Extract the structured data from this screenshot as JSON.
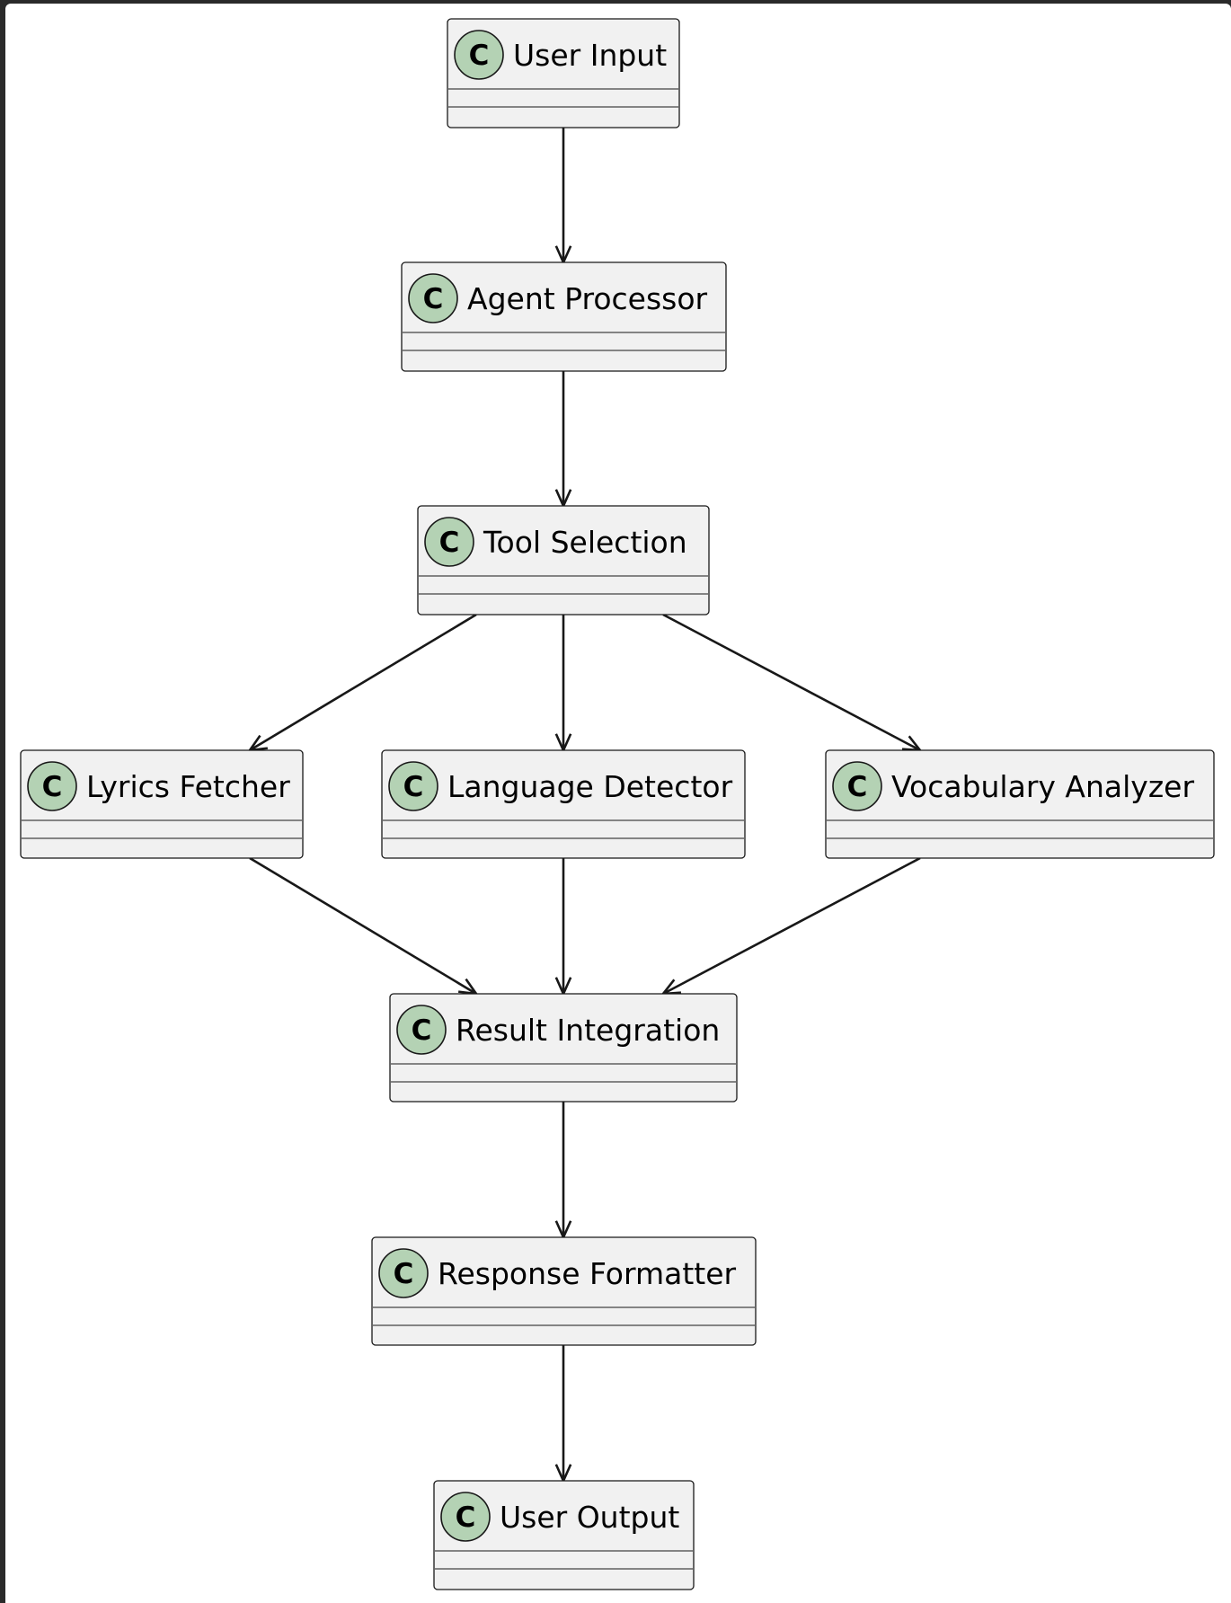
{
  "diagram": {
    "type": "class-diagram-flow",
    "colors": {
      "box_fill": "#f1f1f1",
      "box_stroke": "#181818",
      "badge_fill": "#b4d2b4",
      "edge_stroke": "#181818"
    },
    "nodes": [
      {
        "id": "user_input",
        "badge": "C",
        "label": "User Input"
      },
      {
        "id": "agent_processor",
        "badge": "C",
        "label": "Agent Processor"
      },
      {
        "id": "tool_selection",
        "badge": "C",
        "label": "Tool Selection"
      },
      {
        "id": "lyrics_fetcher",
        "badge": "C",
        "label": "Lyrics Fetcher"
      },
      {
        "id": "language_detector",
        "badge": "C",
        "label": "Language Detector"
      },
      {
        "id": "vocabulary_analyzer",
        "badge": "C",
        "label": "Vocabulary Analyzer"
      },
      {
        "id": "result_integration",
        "badge": "C",
        "label": "Result Integration"
      },
      {
        "id": "response_formatter",
        "badge": "C",
        "label": "Response Formatter"
      },
      {
        "id": "user_output",
        "badge": "C",
        "label": "User Output"
      }
    ],
    "edges": [
      {
        "from": "user_input",
        "to": "agent_processor"
      },
      {
        "from": "agent_processor",
        "to": "tool_selection"
      },
      {
        "from": "tool_selection",
        "to": "lyrics_fetcher"
      },
      {
        "from": "tool_selection",
        "to": "language_detector"
      },
      {
        "from": "tool_selection",
        "to": "vocabulary_analyzer"
      },
      {
        "from": "lyrics_fetcher",
        "to": "result_integration"
      },
      {
        "from": "language_detector",
        "to": "result_integration"
      },
      {
        "from": "vocabulary_analyzer",
        "to": "result_integration"
      },
      {
        "from": "result_integration",
        "to": "response_formatter"
      },
      {
        "from": "response_formatter",
        "to": "user_output"
      }
    ]
  }
}
